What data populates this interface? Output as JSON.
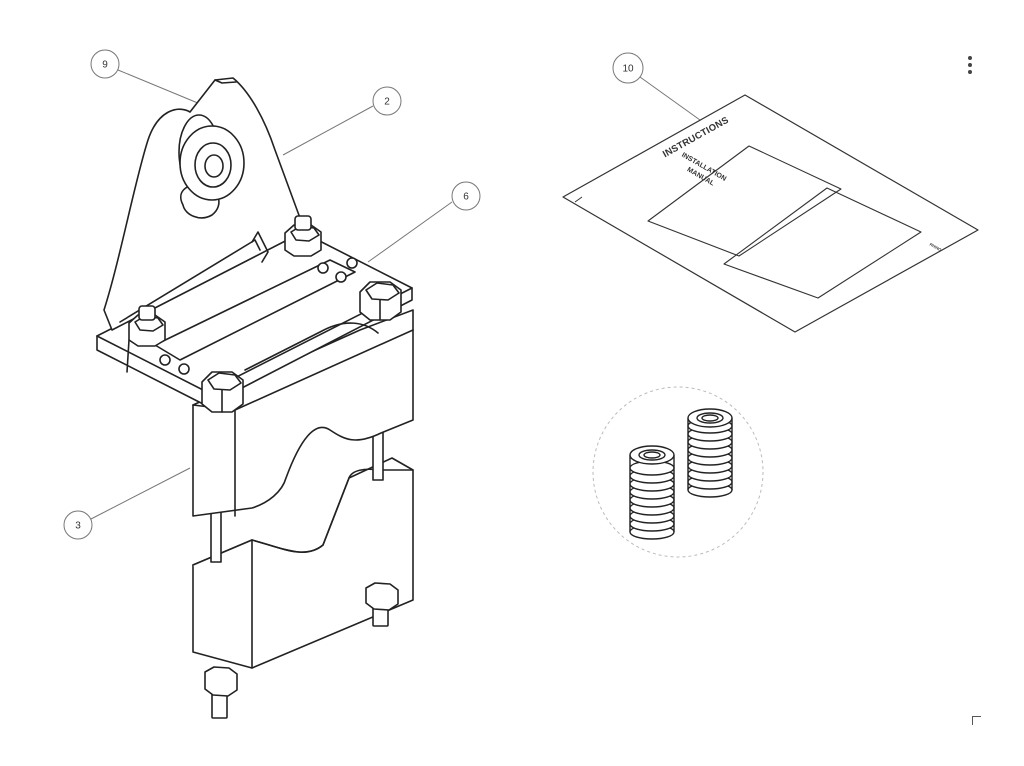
{
  "callouts": {
    "c9": "9",
    "c2": "2",
    "c6": "6",
    "c3": "3",
    "c10": "10"
  },
  "manual": {
    "title": "INSTRUCTIONS",
    "subtitle_line1": "INSTALLATION",
    "subtitle_line2": "MANUAL",
    "brand": "RHINO"
  },
  "toolbar": {
    "more_icon": "more-vert-icon",
    "corner_icon": "resize-corner-icon"
  },
  "colors": {
    "line": "#222222",
    "callout_stroke": "#777777",
    "dashed_circle": "#bbbbbb",
    "background": "#ffffff"
  }
}
